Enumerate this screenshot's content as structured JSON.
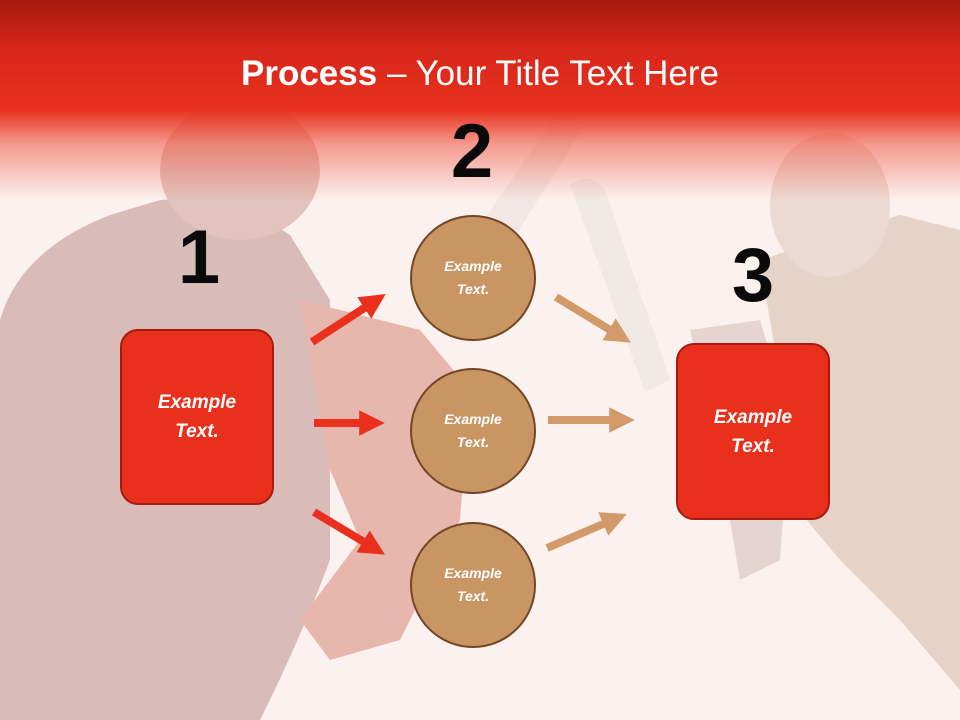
{
  "title": {
    "bold": "Process",
    "rest": " – Your Title Text Here"
  },
  "steps": {
    "one": "1",
    "two": "2",
    "three": "3"
  },
  "boxes": {
    "left": "Example\nText.",
    "right": "Example\nText."
  },
  "circles": {
    "top": "Example\nText.",
    "middle": "Example\nText.",
    "bottom": "Example\nText."
  },
  "colors": {
    "header_red": "#e8321f",
    "box_red": "#e8301c",
    "circle_tan": "#c99663",
    "arrow_red": "#e8301c",
    "arrow_tan": "#d29a68"
  }
}
